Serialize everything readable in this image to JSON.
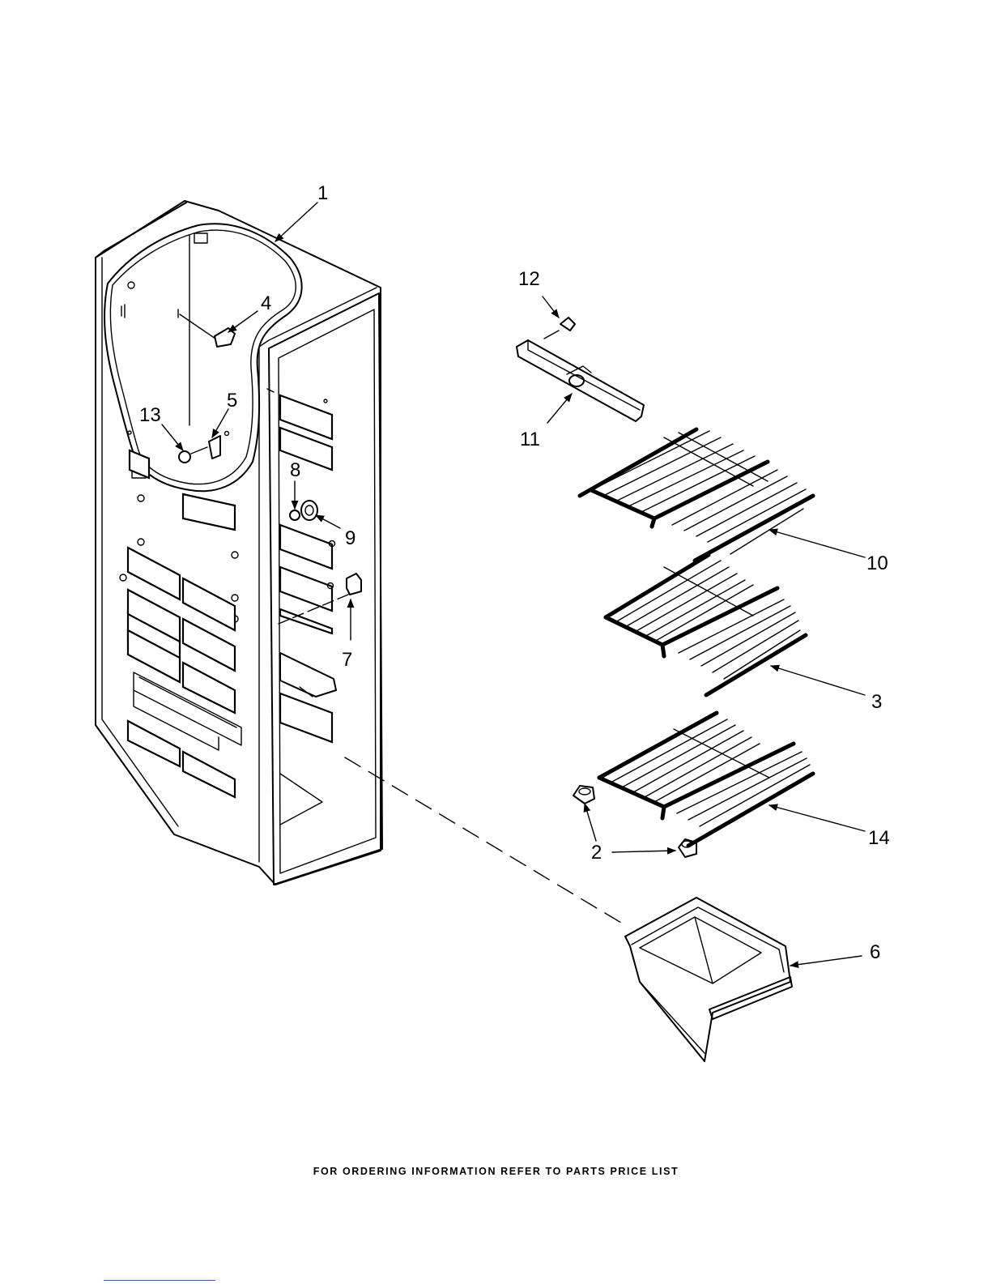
{
  "diagram": {
    "footer": "FOR ORDERING INFORMATION REFER TO PARTS PRICE LIST",
    "callouts": [
      {
        "id": "1",
        "text": "1"
      },
      {
        "id": "2",
        "text": "2"
      },
      {
        "id": "3",
        "text": "3"
      },
      {
        "id": "4",
        "text": "4"
      },
      {
        "id": "5",
        "text": "5"
      },
      {
        "id": "6",
        "text": "6"
      },
      {
        "id": "7",
        "text": "7"
      },
      {
        "id": "8",
        "text": "8"
      },
      {
        "id": "9",
        "text": "9"
      },
      {
        "id": "10",
        "text": "10"
      },
      {
        "id": "11",
        "text": "11"
      },
      {
        "id": "12",
        "text": "12"
      },
      {
        "id": "13",
        "text": "13"
      },
      {
        "id": "14",
        "text": "14"
      }
    ]
  }
}
